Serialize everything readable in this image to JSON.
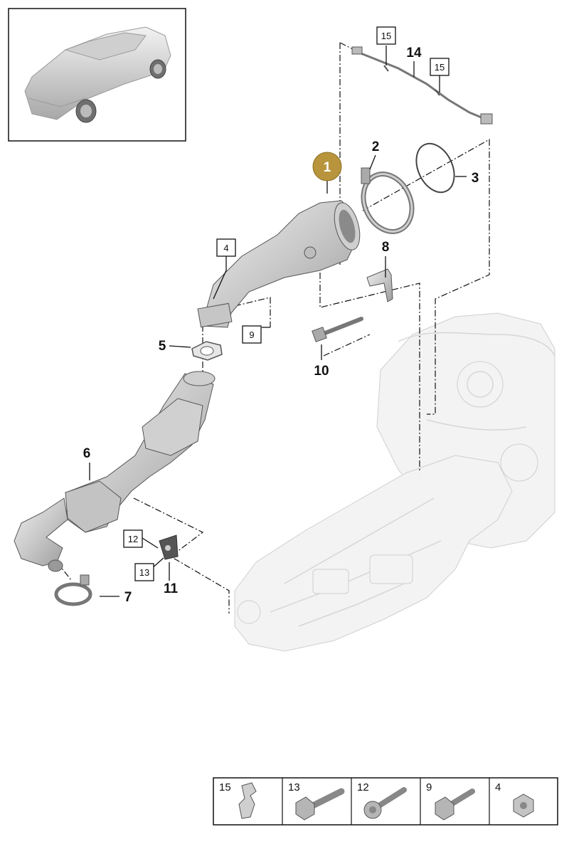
{
  "callouts": {
    "c1": "1",
    "c2": "2",
    "c3": "3",
    "c5": "5",
    "c6": "6",
    "c7": "7",
    "c8": "8",
    "c10": "10",
    "c11": "11",
    "c14": "14"
  },
  "boxed_refs": {
    "b15a": "15",
    "b15b": "15",
    "b4": "4",
    "b9": "9",
    "b12": "12",
    "b13": "13"
  },
  "legend": {
    "items": [
      {
        "number": "15"
      },
      {
        "number": "13"
      },
      {
        "number": "12"
      },
      {
        "number": "9"
      },
      {
        "number": "4"
      }
    ]
  },
  "colors": {
    "highlight_badge": "#b8953c",
    "part_fill": "#d9d9d9",
    "ghost_engine": "#f3f3f3",
    "line": "#111111"
  }
}
